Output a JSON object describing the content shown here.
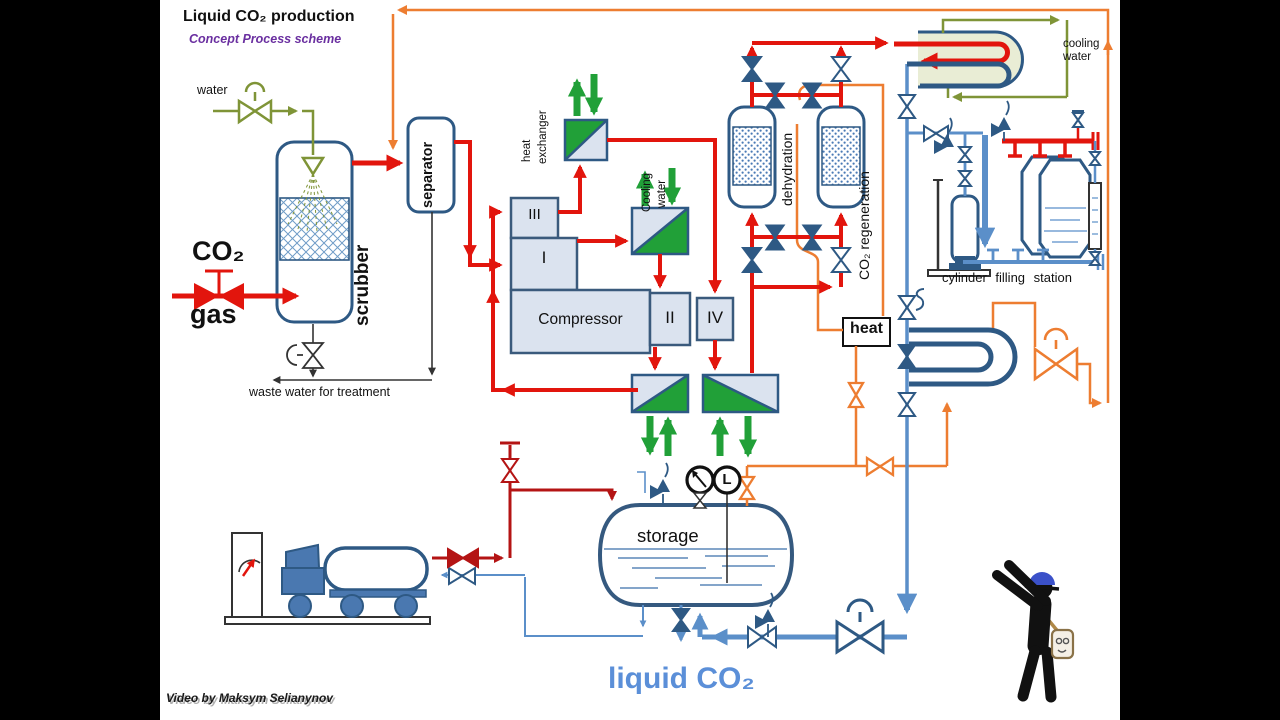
{
  "title": {
    "main": "Liquid CO₂ production",
    "subtitle": "Concept Process scheme"
  },
  "labels": {
    "water": "water",
    "co2": "CO₂",
    "gas": "gas",
    "scrubber": "scrubber",
    "separator": "separator",
    "waste_water": "waste water for treatment",
    "heat_exch_1": "heat",
    "heat_exch_2": "exchanger",
    "cooling_1": "Cooling",
    "cooling_2": "water",
    "compressor": "Compressor",
    "stage_i": "I",
    "stage_ii": "II",
    "stage_iii": "III",
    "stage_iv": "IV",
    "dehydration": "dehydration",
    "regeneration": "CO₂ regeneration",
    "cooling_water_top": "cooling water",
    "filling_station": "cylinder filling station",
    "heat_box": "heat",
    "storage": "storage",
    "liquid_co2": "liquid CO₂"
  },
  "instruments": {
    "level": "L"
  },
  "credit": "Video by Maksym Selianynov",
  "colors": {
    "pipe_red": "#E2150D",
    "pipe_dark_red": "#B41414",
    "pipe_orange": "#ED7D31",
    "pipe_olive": "#7F9437",
    "pipe_blue": "#5B8FC9",
    "equipment_navy": "#2E5984",
    "equipment_fill": "#DBE3EF",
    "cooling_green": "#21A038",
    "condenser_shell": "#E9EDD5",
    "title_purple": "#6A2FA0",
    "liquid_blue": "#5B8FD8",
    "background_bars": "#000000",
    "canvas": "#FFFFFF"
  }
}
